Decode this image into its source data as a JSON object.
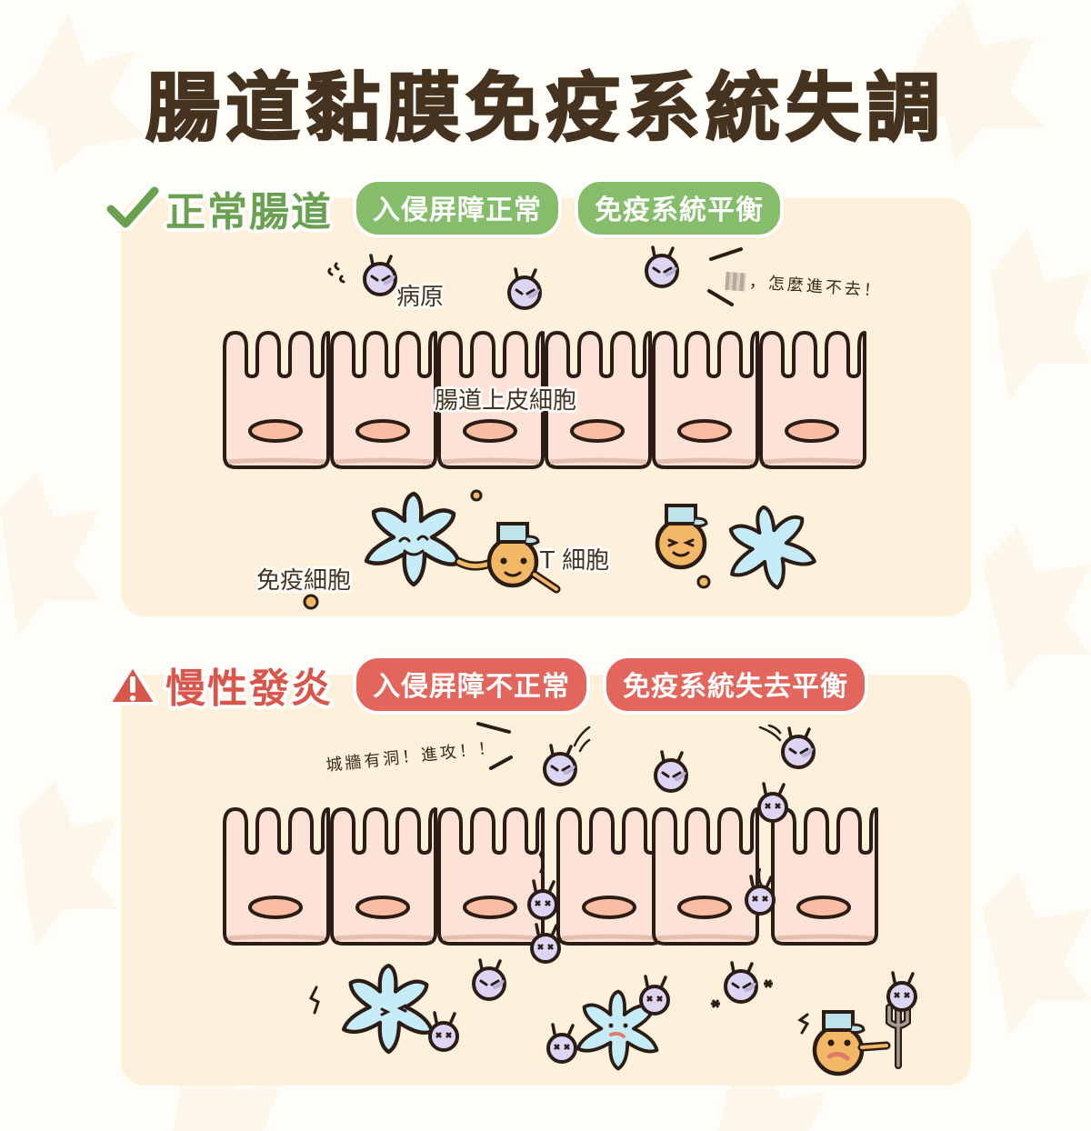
{
  "title": "腸道黏膜免疫系統失調",
  "colors": {
    "title": "#45321f",
    "normal_green": "#6aa150",
    "normal_pill": "#86bd6b",
    "alert_red": "#d9564b",
    "alert_pill": "#e2665b",
    "panel_bg": "#fef1db",
    "cell_fill": "#fde3d7",
    "nucleus_fill": "#fbbea4",
    "pathogen_fill": "#dcd5f3",
    "immune_fill": "#c6ecf8",
    "tcell_fill": "#f3b865",
    "tcell_hat": "#bfe3ea"
  },
  "sections": {
    "normal": {
      "icon": "checkmark-icon",
      "heading": "正常腸道",
      "pills": [
        "入侵屏障正常",
        "免疫系統平衡"
      ],
      "labels": {
        "pathogen": "病原",
        "epithelial": "腸道上皮細胞",
        "immune_cell": "免疫細胞",
        "t_cell": "T 細胞"
      },
      "speech": "，怎麼進不去！"
    },
    "inflammation": {
      "icon": "warning-triangle-icon",
      "heading": "慢性發炎",
      "pills": [
        "入侵屏障不正常",
        "免疫系統失去平衡"
      ],
      "speech": "城牆有洞！進攻！！"
    }
  }
}
